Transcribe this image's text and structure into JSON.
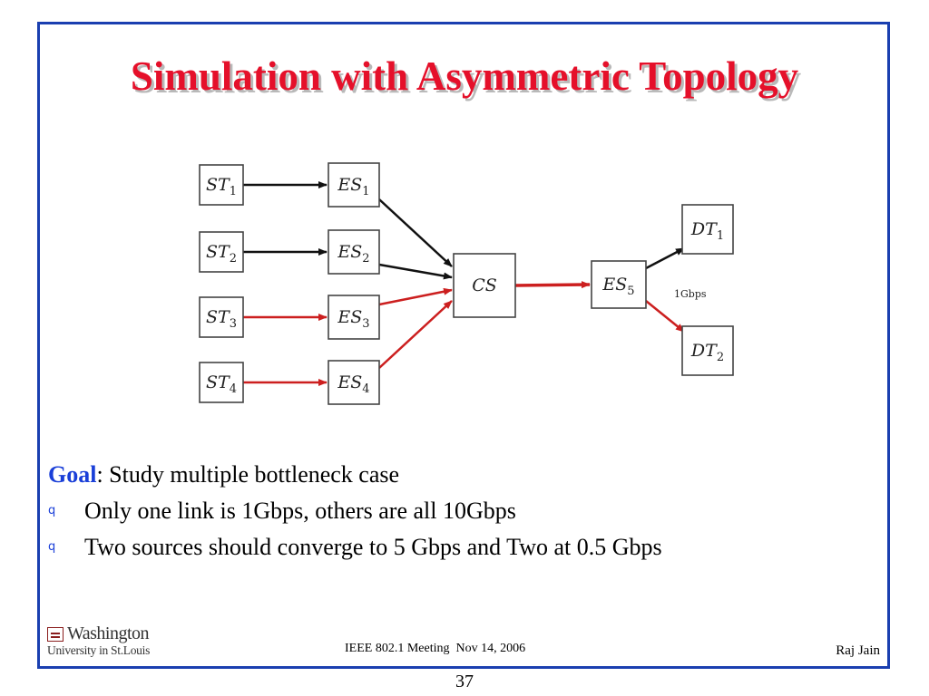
{
  "slide": {
    "title": "Simulation with Asymmetric Topology",
    "page_number": "37"
  },
  "diagram": {
    "nodes": [
      {
        "id": "ST1",
        "base": "ST",
        "sub": "1"
      },
      {
        "id": "ST2",
        "base": "ST",
        "sub": "2"
      },
      {
        "id": "ST3",
        "base": "ST",
        "sub": "3"
      },
      {
        "id": "ST4",
        "base": "ST",
        "sub": "4"
      },
      {
        "id": "ES1",
        "base": "ES",
        "sub": "1"
      },
      {
        "id": "ES2",
        "base": "ES",
        "sub": "2"
      },
      {
        "id": "ES3",
        "base": "ES",
        "sub": "3"
      },
      {
        "id": "ES4",
        "base": "ES",
        "sub": "4"
      },
      {
        "id": "CS",
        "base": "CS",
        "sub": ""
      },
      {
        "id": "ES5",
        "base": "ES",
        "sub": "5"
      },
      {
        "id": "DT1",
        "base": "DT",
        "sub": "1"
      },
      {
        "id": "DT2",
        "base": "DT",
        "sub": "2"
      }
    ],
    "edges": [
      {
        "from": "ST1",
        "to": "ES1",
        "color": "black"
      },
      {
        "from": "ST2",
        "to": "ES2",
        "color": "black"
      },
      {
        "from": "ST3",
        "to": "ES3",
        "color": "red"
      },
      {
        "from": "ST4",
        "to": "ES4",
        "color": "red"
      },
      {
        "from": "ES1",
        "to": "CS",
        "color": "black"
      },
      {
        "from": "ES2",
        "to": "CS",
        "color": "black"
      },
      {
        "from": "ES3",
        "to": "CS",
        "color": "red"
      },
      {
        "from": "ES4",
        "to": "CS",
        "color": "red"
      },
      {
        "from": "CS",
        "to": "ES5",
        "color": "red"
      },
      {
        "from": "ES5",
        "to": "DT1",
        "color": "black"
      },
      {
        "from": "ES5",
        "to": "DT2",
        "color": "red"
      }
    ],
    "link_label": "1Gbps",
    "colors": {
      "black": "#111111",
      "red": "#cc1f1f",
      "node_border": "#444444"
    }
  },
  "content": {
    "goal_word": "Goal",
    "goal_text": ": Study multiple bottleneck case",
    "bullet_glyph": "q",
    "bullets": [
      "Only one link is 1Gbps, others are all 10Gbps",
      "Two sources should converge to 5 Gbps and Two at 0.5 Gbps"
    ]
  },
  "footer": {
    "logo_top": "Washington",
    "logo_bottom": "University in St.Louis",
    "meeting": "IEEE 802.1 Meeting  Nov 14, 2006",
    "author": "Raj Jain"
  },
  "theme": {
    "title_color": "#e5102a",
    "frame_color": "#1a3fb0",
    "goal_color": "#1a3fd8"
  }
}
